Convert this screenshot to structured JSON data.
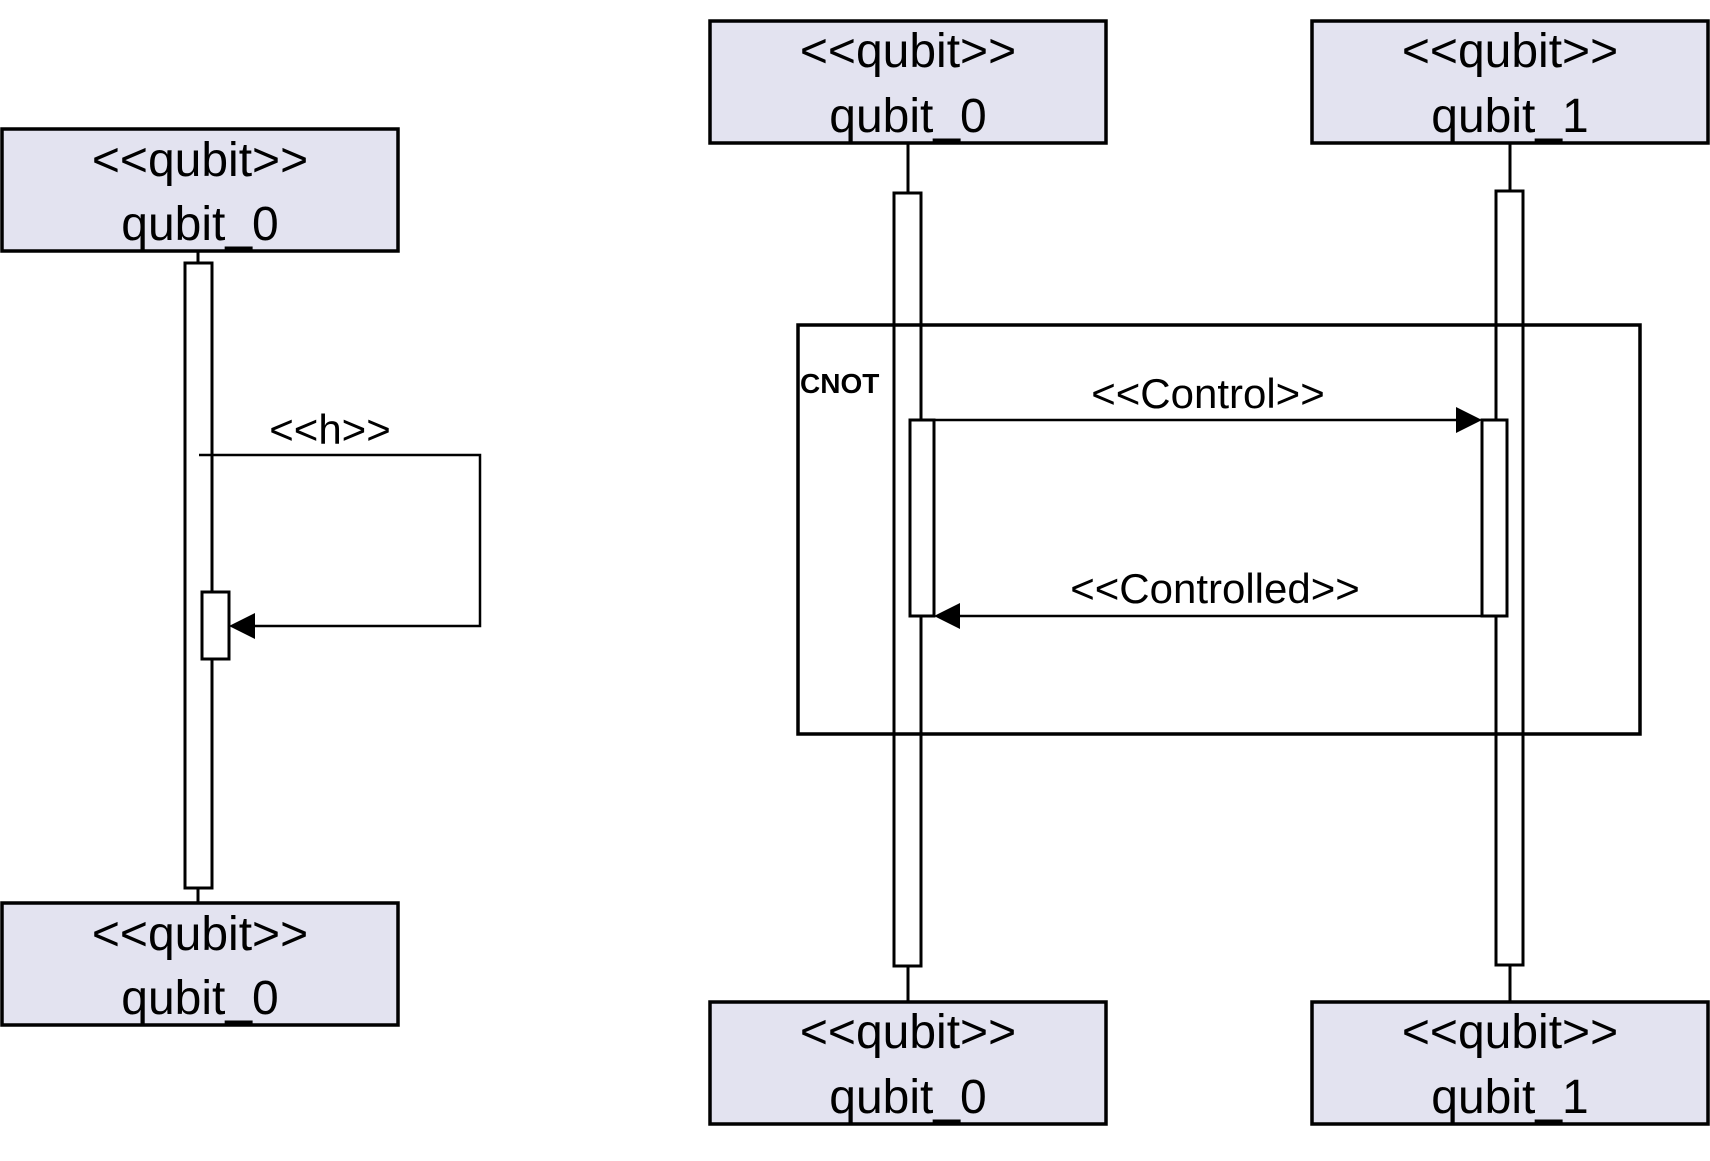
{
  "diagram": {
    "left": {
      "top_head": {
        "stereotype": "<<qubit>>",
        "name": "qubit_0"
      },
      "bottom_head": {
        "stereotype": "<<qubit>>",
        "name": "qubit_0"
      },
      "message": {
        "label": "<<h>>"
      }
    },
    "right": {
      "frame": {
        "label": "CNOT"
      },
      "lifeline_0": {
        "top_head": {
          "stereotype": "<<qubit>>",
          "name": "qubit_0"
        },
        "bottom_head": {
          "stereotype": "<<qubit>>",
          "name": "qubit_0"
        }
      },
      "lifeline_1": {
        "top_head": {
          "stereotype": "<<qubit>>",
          "name": "qubit_1"
        },
        "bottom_head": {
          "stereotype": "<<qubit>>",
          "name": "qubit_1"
        }
      },
      "message_control": {
        "label": "<<Control>>"
      },
      "message_controlled": {
        "label": "<<Controlled>>"
      }
    }
  },
  "colors": {
    "head_fill": "#e3e3f0",
    "stroke": "#000000"
  }
}
